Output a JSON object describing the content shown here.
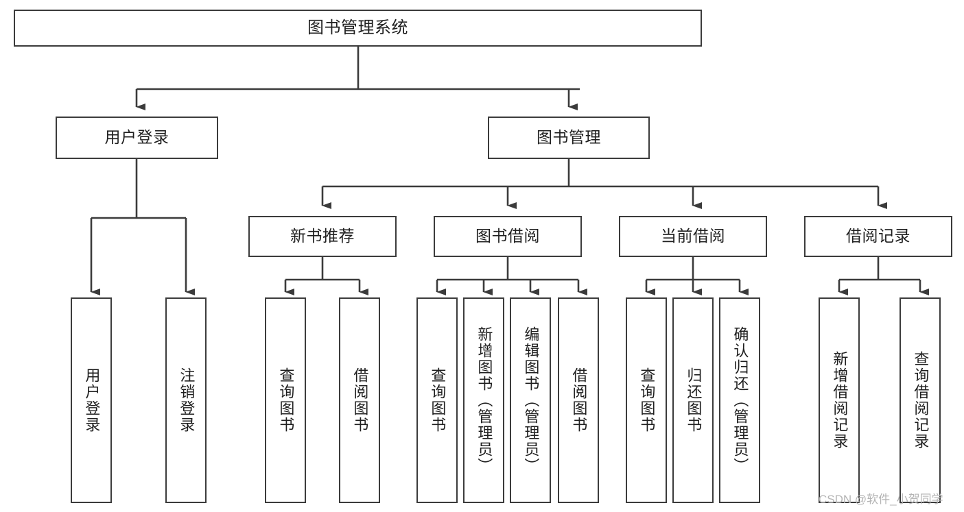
{
  "diagram": {
    "title": "图书管理系统",
    "type": "tree",
    "style": {
      "background": "#ffffff",
      "box_border": "#3b3b3b",
      "box_fill": "#ffffff",
      "connector": "#3b3b3b",
      "text": "#1f1f1f",
      "watermark_color": "#b4b4b4"
    },
    "levels": {
      "root": "图书管理系统",
      "level2": [
        "用户登录",
        "图书管理"
      ],
      "level3": [
        "新书推荐",
        "图书借阅",
        "当前借阅",
        "借阅记录"
      ]
    },
    "nodes": {
      "root": {
        "label": "图书管理系统"
      },
      "user_login": {
        "label": "用户登录"
      },
      "book_manage": {
        "label": "图书管理"
      },
      "new_book_rec": {
        "label": "新书推荐"
      },
      "book_borrow": {
        "label": "图书借阅"
      },
      "current_borrow": {
        "label": "当前借阅"
      },
      "borrow_record": {
        "label": "借阅记录"
      }
    },
    "leaves": {
      "user_login": [
        "用户登录",
        "注销登录"
      ],
      "new_book_rec": [
        "查询图书",
        "借阅图书"
      ],
      "book_borrow": [
        "查询图书",
        "新增图书（管理员）",
        "编辑图书（管理员）",
        "借阅图书"
      ],
      "current_borrow": [
        "查询图书",
        "归还图书",
        "确认归还（管理员）"
      ],
      "borrow_record": [
        "新增借阅记录",
        "查询借阅记录"
      ]
    }
  },
  "watermark": "CSDN @软件_小贺同学"
}
